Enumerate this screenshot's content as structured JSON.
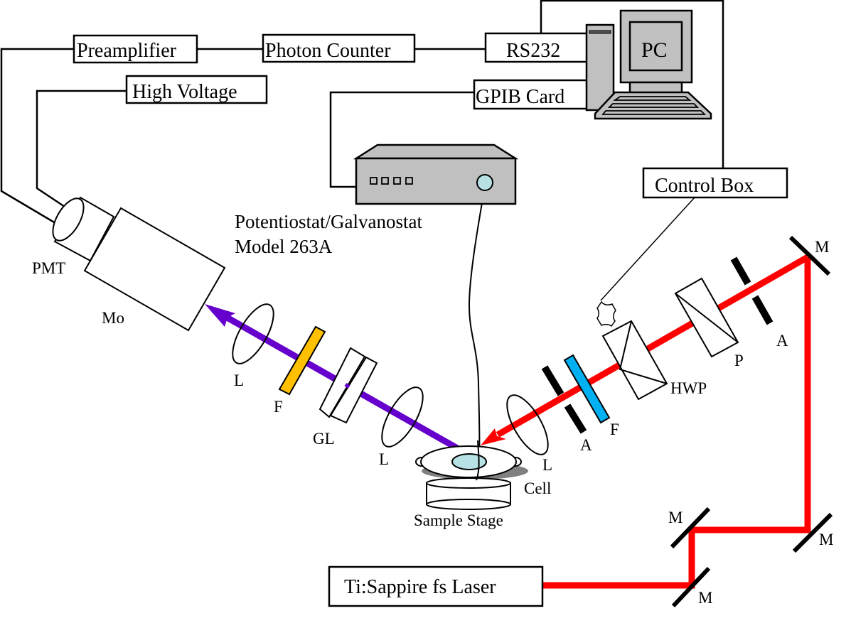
{
  "diagram": {
    "title": "Second harmonic generation experimental setup",
    "boxes": {
      "preamplifier": "Preamplifier",
      "photon_counter": "Photon Counter",
      "rs232": "RS232",
      "high_voltage": "High Voltage",
      "gpib_card": "GPIB Card",
      "pc": "PC",
      "control_box": "Control Box",
      "laser": "Ti:Sappire fs Laser"
    },
    "labels": {
      "potentiostat_line1": "Potentiostat/Galvanostat",
      "potentiostat_line2": "Model 263A",
      "pmt": "PMT",
      "monochromator": "Mo",
      "lens_1": "L",
      "filter_1": "F",
      "glan_laser": "GL",
      "lens_2": "L",
      "sample_stage": "Sample Stage",
      "cell": "Cell",
      "lens_3": "L",
      "aperture_1": "A",
      "filter_2": "F",
      "half_wave_plate": "HWP",
      "polarizer": "P",
      "aperture_2": "A",
      "mirror_1": "M",
      "mirror_2": "M",
      "mirror_3": "M",
      "mirror_4": "M"
    },
    "colors": {
      "laser_beam": "#ff0000",
      "signal_beam": "#6600cc",
      "filter_signal": "#ffc000",
      "filter_laser": "#00b0f0",
      "instrument_gray": "#c0c0c0",
      "electrode": "#b7e1e4",
      "shadow": "#808080"
    }
  }
}
